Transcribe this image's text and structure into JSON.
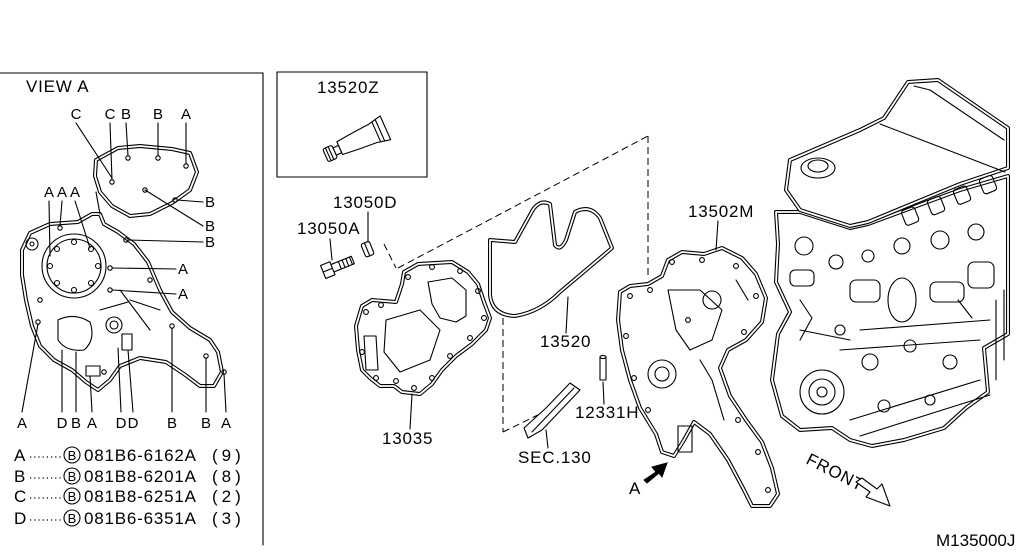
{
  "drawing_code": "M135000J",
  "view_a": {
    "title": "VIEW A",
    "letters_top": [
      "C",
      "C",
      "B",
      "B",
      "A"
    ],
    "letters_left": [
      "A",
      "A",
      "A"
    ],
    "letters_right": [
      "B",
      "B",
      "B",
      "A",
      "A"
    ],
    "letters_bottom": [
      "A",
      "D",
      "B",
      "A",
      "D",
      "D",
      "B",
      "B",
      "A"
    ]
  },
  "legend": [
    {
      "key": "A",
      "mark": "B",
      "part_number": "081B6-6162A",
      "qty": "(9)"
    },
    {
      "key": "B",
      "mark": "B",
      "part_number": "081B8-6201A",
      "qty": "(8)"
    },
    {
      "key": "C",
      "mark": "B",
      "part_number": "081B8-6251A",
      "qty": "(2)"
    },
    {
      "key": "D",
      "mark": "B",
      "part_number": "081B6-6351A",
      "qty": "(3)"
    }
  ],
  "callouts": [
    "13520Z",
    "13050D",
    "13050A",
    "13502M",
    "13520",
    "12331H",
    "13035",
    "SEC.130"
  ],
  "view_arrow_label": "A",
  "direction_label": "FRONT"
}
